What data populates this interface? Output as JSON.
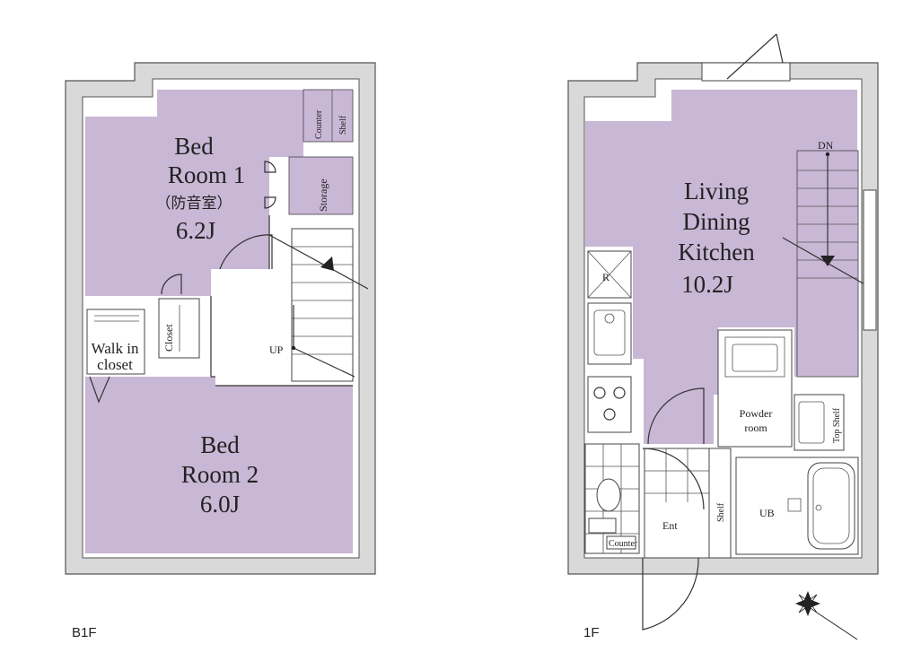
{
  "b1f": {
    "floor_label": "B1F",
    "bedroom1": {
      "line1": "Bed",
      "line2": "Room 1",
      "line3": "（防音室）",
      "size": "6.2J"
    },
    "counter": "Counter",
    "shelf": "Shelf",
    "storage": "Storage",
    "closet": "Closet",
    "walkin_line1": "Walk in",
    "walkin_line2": "closet",
    "up": "UP",
    "bedroom2": {
      "line1": "Bed",
      "line2": "Room 2",
      "size": "6.0J"
    }
  },
  "f1": {
    "floor_label": "1F",
    "ldk": {
      "line1": "Living",
      "line2": "Dining",
      "line3": "Kitchen",
      "size": "10.2J"
    },
    "dn": "DN",
    "fridge": "R",
    "powder_line1": "Powder",
    "powder_line2": "room",
    "top_shelf": "Top Shelf",
    "ub": "UB",
    "ent": "Ent",
    "shelf": "Shelf",
    "counter": "Counter"
  },
  "colors": {
    "room_fill": "#c9b7d6",
    "wall_fill": "#d9d9d9"
  },
  "icons": [
    "compass-rose-icon",
    "door-swing-icon",
    "stair-arrow-icon",
    "sink-icon",
    "stove-icon",
    "toilet-icon",
    "bathtub-icon"
  ]
}
